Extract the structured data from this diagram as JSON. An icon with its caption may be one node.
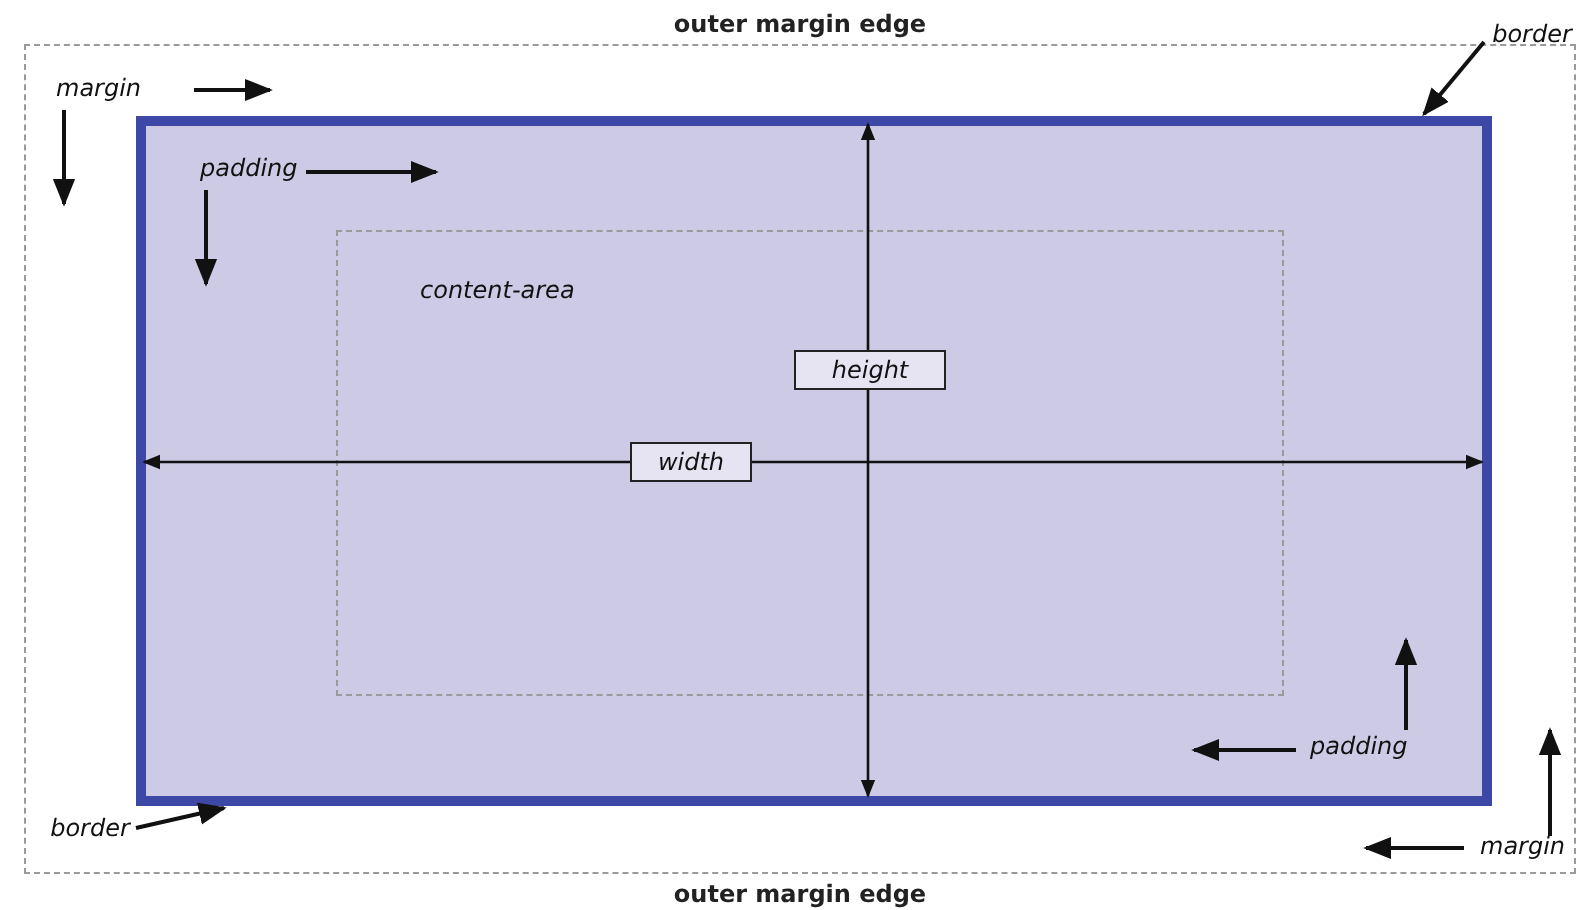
{
  "diagram": {
    "nodes": [
      {
        "text": [
          "outer margin edge",
          "outer margin edge"
        ]
      },
      {
        "text": [],
        "shape": "box",
        "in": 0
      },
      {
        "text": [
          "content-area"
        ],
        "in": 1
      },
      {
        "text": [
          "height"
        ],
        "in": 2
      },
      {
        "text": [
          "width"
        ],
        "in": 2
      },
      {
        "text": [
          "border"
        ]
      },
      {
        "text": [
          "border"
        ],
        "in": 0
      }
    ],
    "edges": [
      {
        "from": 5,
        "to": 1,
        "arrow": "to"
      },
      {
        "from": 6,
        "to": 1,
        "arrow": "to"
      }
    ],
    "labels": [
      "margin",
      "padding",
      "padding",
      "margin"
    ]
  }
}
